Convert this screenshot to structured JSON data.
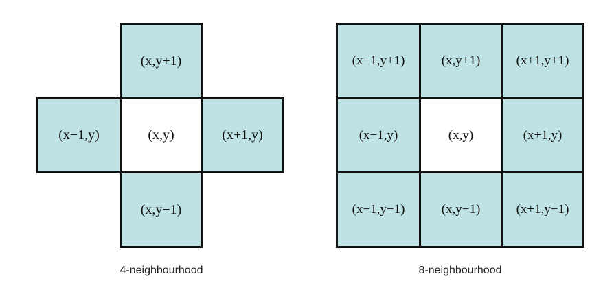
{
  "colors": {
    "neighbor_fill": "#bfe3e4",
    "center_fill": "#ffffff",
    "border": "#111111"
  },
  "four": {
    "caption": "4-neighbourhood",
    "top": "(x,y+1)",
    "left": "(x−1,y)",
    "center": "(x,y)",
    "right": "(x+1,y)",
    "bottom": "(x,y−1)"
  },
  "eight": {
    "caption": "8-neighbourhood",
    "cells": [
      "(x−1,y+1)",
      "(x,y+1)",
      "(x+1,y+1)",
      "(x−1,y)",
      "(x,y)",
      "(x+1,y)",
      "(x−1,y−1)",
      "(x,y−1)",
      "(x+1,y−1)"
    ]
  }
}
